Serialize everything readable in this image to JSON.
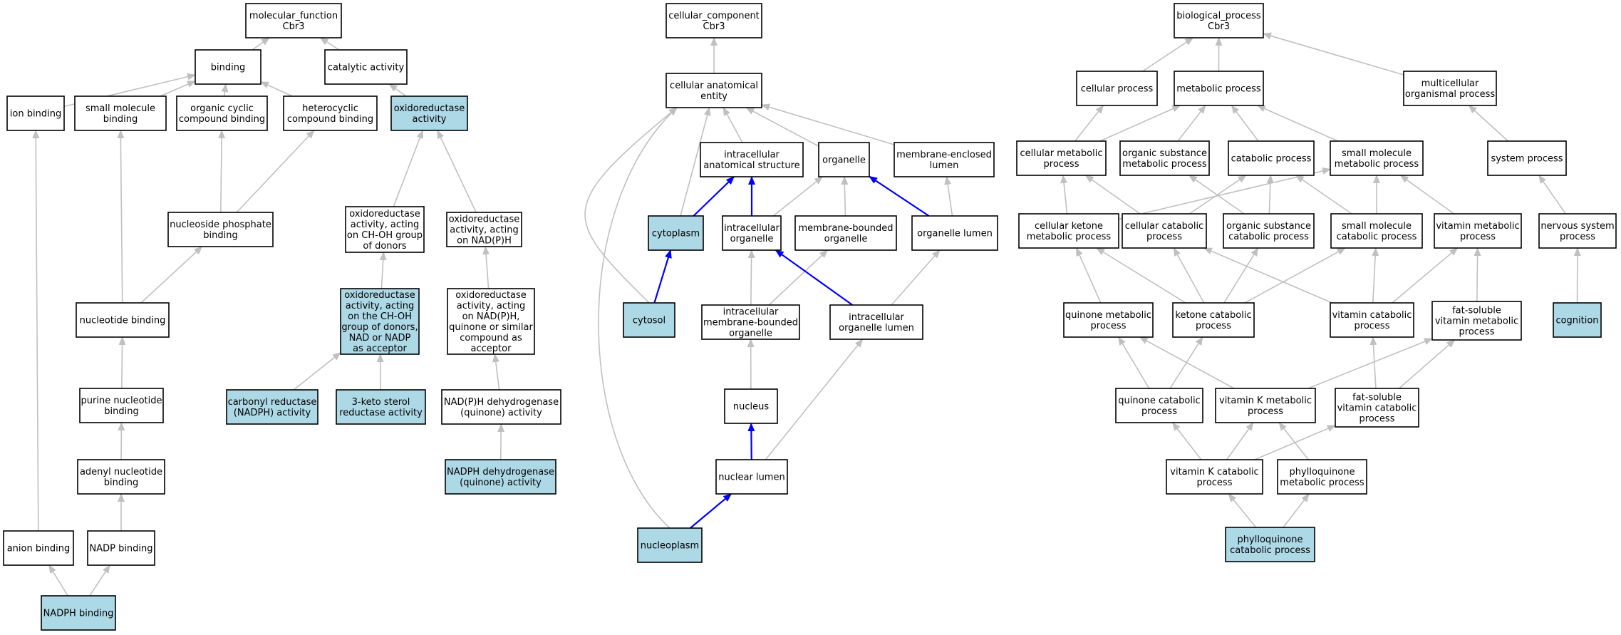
{
  "colors": {
    "highlight_fill": "#add8e6",
    "default_fill": "#ffffff",
    "gray_edge": "#c0c0c0",
    "blue_edge": "#0000ff"
  },
  "nodes": {
    "mf_root": {
      "lines": [
        "molecular_function",
        "Cbr3"
      ],
      "highlight": false
    },
    "binding": {
      "lines": [
        "binding"
      ],
      "highlight": false
    },
    "catalytic_activity": {
      "lines": [
        "catalytic activity"
      ],
      "highlight": false
    },
    "ion_binding": {
      "lines": [
        "ion binding"
      ],
      "highlight": false
    },
    "small_molecule_binding": {
      "lines": [
        "small molecule",
        "binding"
      ],
      "highlight": false
    },
    "organic_cyclic": {
      "lines": [
        "organic cyclic",
        "compound binding"
      ],
      "highlight": false
    },
    "heterocyclic": {
      "lines": [
        "heterocyclic",
        "compound binding"
      ],
      "highlight": false
    },
    "oxidoreductase_activity": {
      "lines": [
        "oxidoreductase",
        "activity"
      ],
      "highlight": true
    },
    "nucleoside_phosphate": {
      "lines": [
        "nucleoside phosphate",
        "binding"
      ],
      "highlight": false
    },
    "oxido_chogroup": {
      "lines": [
        "oxidoreductase",
        "activity, acting",
        "on CH-OH group",
        "of donors"
      ],
      "highlight": false
    },
    "oxido_nadph": {
      "lines": [
        "oxidoreductase",
        "activity, acting",
        "on NAD(P)H"
      ],
      "highlight": false
    },
    "nucleotide_binding": {
      "lines": [
        "nucleotide binding"
      ],
      "highlight": false
    },
    "oxido_chogroup_nad": {
      "lines": [
        "oxidoreductase",
        "activity, acting",
        "on the CH-OH",
        "group of donors,",
        "NAD or NADP",
        "as acceptor"
      ],
      "highlight": true
    },
    "oxido_nadph_quinone": {
      "lines": [
        "oxidoreductase",
        "activity, acting",
        "on NAD(P)H,",
        "quinone or similar",
        "compound as",
        "acceptor"
      ],
      "highlight": false
    },
    "purine_nucleotide": {
      "lines": [
        "purine nucleotide",
        "binding"
      ],
      "highlight": false
    },
    "carbonyl_reductase": {
      "lines": [
        "carbonyl reductase",
        "(NADPH) activity"
      ],
      "highlight": true
    },
    "keto_sterol": {
      "lines": [
        "3-keto sterol",
        "reductase activity"
      ],
      "highlight": true
    },
    "nadph_dehydrogenase_quinone": {
      "lines": [
        "NAD(P)H dehydrogenase",
        "(quinone) activity"
      ],
      "highlight": false
    },
    "adenyl_nucleotide": {
      "lines": [
        "adenyl nucleotide",
        "binding"
      ],
      "highlight": false
    },
    "nadph_dehydrogenase_q2": {
      "lines": [
        "NADPH dehydrogenase",
        "(quinone) activity"
      ],
      "highlight": true
    },
    "anion_binding": {
      "lines": [
        "anion binding"
      ],
      "highlight": false
    },
    "nadp_binding": {
      "lines": [
        "NADP binding"
      ],
      "highlight": false
    },
    "nadph_binding": {
      "lines": [
        "NADPH binding"
      ],
      "highlight": true
    },
    "cc_root": {
      "lines": [
        "cellular_component",
        "Cbr3"
      ],
      "highlight": false
    },
    "cellular_anatomical": {
      "lines": [
        "cellular anatomical",
        "entity"
      ],
      "highlight": false
    },
    "intracellular_anat": {
      "lines": [
        "intracellular",
        "anatomical structure"
      ],
      "highlight": false
    },
    "organelle": {
      "lines": [
        "organelle"
      ],
      "highlight": false
    },
    "membrane_enclosed_lumen": {
      "lines": [
        "membrane-enclosed",
        "lumen"
      ],
      "highlight": false
    },
    "cytoplasm": {
      "lines": [
        "cytoplasm"
      ],
      "highlight": true
    },
    "intracellular_organelle": {
      "lines": [
        "intracellular",
        "organelle"
      ],
      "highlight": false
    },
    "membrane_bounded_organelle": {
      "lines": [
        "membrane-bounded",
        "organelle"
      ],
      "highlight": false
    },
    "organelle_lumen": {
      "lines": [
        "organelle lumen"
      ],
      "highlight": false
    },
    "cytosol": {
      "lines": [
        "cytosol"
      ],
      "highlight": true
    },
    "intra_membrane_bounded": {
      "lines": [
        "intracellular",
        "membrane-bounded",
        "organelle"
      ],
      "highlight": false
    },
    "intra_organelle_lumen": {
      "lines": [
        "intracellular",
        "organelle lumen"
      ],
      "highlight": false
    },
    "nucleus": {
      "lines": [
        "nucleus"
      ],
      "highlight": false
    },
    "nuclear_lumen": {
      "lines": [
        "nuclear lumen"
      ],
      "highlight": false
    },
    "nucleoplasm": {
      "lines": [
        "nucleoplasm"
      ],
      "highlight": true
    },
    "bp_root": {
      "lines": [
        "biological_process",
        "Cbr3"
      ],
      "highlight": false
    },
    "cellular_process": {
      "lines": [
        "cellular process"
      ],
      "highlight": false
    },
    "metabolic_process": {
      "lines": [
        "metabolic process"
      ],
      "highlight": false
    },
    "multicellular": {
      "lines": [
        "multicellular",
        "organismal process"
      ],
      "highlight": false
    },
    "cellular_metabolic": {
      "lines": [
        "cellular metabolic",
        "process"
      ],
      "highlight": false
    },
    "organic_substance_metabolic": {
      "lines": [
        "organic substance",
        "metabolic process"
      ],
      "highlight": false
    },
    "catabolic_process": {
      "lines": [
        "catabolic process"
      ],
      "highlight": false
    },
    "small_molecule_metabolic": {
      "lines": [
        "small molecule",
        "metabolic process"
      ],
      "highlight": false
    },
    "system_process": {
      "lines": [
        "system process"
      ],
      "highlight": false
    },
    "cellular_ketone": {
      "lines": [
        "cellular ketone",
        "metabolic process"
      ],
      "highlight": false
    },
    "cellular_catabolic": {
      "lines": [
        "cellular catabolic",
        "process"
      ],
      "highlight": false
    },
    "organic_substance_catabolic": {
      "lines": [
        "organic substance",
        "catabolic process"
      ],
      "highlight": false
    },
    "small_molecule_catabolic": {
      "lines": [
        "small molecule",
        "catabolic process"
      ],
      "highlight": false
    },
    "vitamin_metabolic": {
      "lines": [
        "vitamin metabolic",
        "process"
      ],
      "highlight": false
    },
    "nervous_system": {
      "lines": [
        "nervous system",
        "process"
      ],
      "highlight": false
    },
    "quinone_metabolic": {
      "lines": [
        "quinone metabolic",
        "process"
      ],
      "highlight": false
    },
    "ketone_catabolic": {
      "lines": [
        "ketone catabolic",
        "process"
      ],
      "highlight": false
    },
    "vitamin_catabolic": {
      "lines": [
        "vitamin catabolic",
        "process"
      ],
      "highlight": false
    },
    "fat_soluble_vitamin_metabolic": {
      "lines": [
        "fat-soluble",
        "vitamin metabolic",
        "process"
      ],
      "highlight": false
    },
    "cognition": {
      "lines": [
        "cognition"
      ],
      "highlight": true
    },
    "quinone_catabolic": {
      "lines": [
        "quinone catabolic",
        "process"
      ],
      "highlight": false
    },
    "vitamin_k_metabolic": {
      "lines": [
        "vitamin K metabolic",
        "process"
      ],
      "highlight": false
    },
    "fat_soluble_vitamin_catabolic": {
      "lines": [
        "fat-soluble",
        "vitamin catabolic",
        "process"
      ],
      "highlight": false
    },
    "vitamin_k_catabolic": {
      "lines": [
        "vitamin K catabolic",
        "process"
      ],
      "highlight": false
    },
    "phylloquinone_metabolic": {
      "lines": [
        "phylloquinone",
        "metabolic process"
      ],
      "highlight": false
    },
    "phylloquinone_catabolic": {
      "lines": [
        "phylloquinone",
        "catabolic process"
      ],
      "highlight": true
    }
  },
  "edges": [
    {
      "from": "binding",
      "to": "mf_root",
      "color": "gray"
    },
    {
      "from": "catalytic_activity",
      "to": "mf_root",
      "color": "gray"
    },
    {
      "from": "ion_binding",
      "to": "binding",
      "color": "gray"
    },
    {
      "from": "small_molecule_binding",
      "to": "binding",
      "color": "gray"
    },
    {
      "from": "organic_cyclic",
      "to": "binding",
      "color": "gray"
    },
    {
      "from": "heterocyclic",
      "to": "binding",
      "color": "gray"
    },
    {
      "from": "oxidoreductase_activity",
      "to": "catalytic_activity",
      "color": "gray"
    },
    {
      "from": "nucleoside_phosphate",
      "to": "organic_cyclic",
      "color": "gray"
    },
    {
      "from": "nucleoside_phosphate",
      "to": "heterocyclic",
      "color": "gray"
    },
    {
      "from": "oxido_chogroup",
      "to": "oxidoreductase_activity",
      "color": "gray"
    },
    {
      "from": "oxido_nadph",
      "to": "oxidoreductase_activity",
      "color": "gray"
    },
    {
      "from": "nucleotide_binding",
      "to": "small_molecule_binding",
      "color": "gray"
    },
    {
      "from": "nucleotide_binding",
      "to": "nucleoside_phosphate",
      "color": "gray"
    },
    {
      "from": "oxido_chogroup_nad",
      "to": "oxido_chogroup",
      "color": "gray"
    },
    {
      "from": "oxido_nadph_quinone",
      "to": "oxido_nadph",
      "color": "gray"
    },
    {
      "from": "purine_nucleotide",
      "to": "nucleotide_binding",
      "color": "gray"
    },
    {
      "from": "carbonyl_reductase",
      "to": "oxido_chogroup_nad",
      "color": "gray"
    },
    {
      "from": "keto_sterol",
      "to": "oxido_chogroup_nad",
      "color": "gray"
    },
    {
      "from": "nadph_dehydrogenase_quinone",
      "to": "oxido_nadph_quinone",
      "color": "gray"
    },
    {
      "from": "adenyl_nucleotide",
      "to": "purine_nucleotide",
      "color": "gray"
    },
    {
      "from": "nadph_dehydrogenase_q2",
      "to": "nadph_dehydrogenase_quinone",
      "color": "gray"
    },
    {
      "from": "anion_binding",
      "to": "ion_binding",
      "color": "gray"
    },
    {
      "from": "nadp_binding",
      "to": "adenyl_nucleotide",
      "color": "gray"
    },
    {
      "from": "nadph_binding",
      "to": "anion_binding",
      "color": "gray"
    },
    {
      "from": "nadph_binding",
      "to": "nadp_binding",
      "color": "gray"
    },
    {
      "from": "cellular_anatomical",
      "to": "cc_root",
      "color": "gray"
    },
    {
      "from": "intracellular_anat",
      "to": "cellular_anatomical",
      "color": "gray"
    },
    {
      "from": "organelle",
      "to": "cellular_anatomical",
      "color": "gray"
    },
    {
      "from": "membrane_enclosed_lumen",
      "to": "cellular_anatomical",
      "color": "gray"
    },
    {
      "from": "cytoplasm",
      "to": "cellular_anatomical",
      "color": "gray"
    },
    {
      "from": "cytoplasm",
      "to": "intracellular_anat",
      "color": "blue"
    },
    {
      "from": "intracellular_organelle",
      "to": "intracellular_anat",
      "color": "blue"
    },
    {
      "from": "intracellular_organelle",
      "to": "organelle",
      "color": "gray"
    },
    {
      "from": "membrane_bounded_organelle",
      "to": "organelle",
      "color": "gray"
    },
    {
      "from": "organelle_lumen",
      "to": "organelle",
      "color": "blue"
    },
    {
      "from": "organelle_lumen",
      "to": "membrane_enclosed_lumen",
      "color": "gray"
    },
    {
      "from": "cytosol",
      "to": "cytoplasm",
      "color": "blue"
    },
    {
      "from": "cytosol",
      "to": "cellular_anatomical",
      "color": "gray",
      "curve": true
    },
    {
      "from": "intra_membrane_bounded",
      "to": "intracellular_organelle",
      "color": "gray"
    },
    {
      "from": "intra_membrane_bounded",
      "to": "membrane_bounded_organelle",
      "color": "gray"
    },
    {
      "from": "intra_organelle_lumen",
      "to": "intracellular_organelle",
      "color": "blue"
    },
    {
      "from": "intra_organelle_lumen",
      "to": "organelle_lumen",
      "color": "gray"
    },
    {
      "from": "nucleus",
      "to": "intra_membrane_bounded",
      "color": "gray"
    },
    {
      "from": "nuclear_lumen",
      "to": "nucleus",
      "color": "blue"
    },
    {
      "from": "nuclear_lumen",
      "to": "intra_organelle_lumen",
      "color": "gray"
    },
    {
      "from": "nucleoplasm",
      "to": "nuclear_lumen",
      "color": "blue"
    },
    {
      "from": "nucleoplasm",
      "to": "cellular_anatomical",
      "color": "gray",
      "curve": true
    },
    {
      "from": "cellular_process",
      "to": "bp_root",
      "color": "gray"
    },
    {
      "from": "metabolic_process",
      "to": "bp_root",
      "color": "gray"
    },
    {
      "from": "multicellular",
      "to": "bp_root",
      "color": "gray"
    },
    {
      "from": "cellular_metabolic",
      "to": "cellular_process",
      "color": "gray"
    },
    {
      "from": "cellular_metabolic",
      "to": "metabolic_process",
      "color": "gray"
    },
    {
      "from": "organic_substance_metabolic",
      "to": "metabolic_process",
      "color": "gray"
    },
    {
      "from": "catabolic_process",
      "to": "metabolic_process",
      "color": "gray"
    },
    {
      "from": "small_molecule_metabolic",
      "to": "metabolic_process",
      "color": "gray"
    },
    {
      "from": "system_process",
      "to": "multicellular",
      "color": "gray"
    },
    {
      "from": "cellular_ketone",
      "to": "cellular_metabolic",
      "color": "gray"
    },
    {
      "from": "cellular_ketone",
      "to": "small_molecule_metabolic",
      "color": "gray"
    },
    {
      "from": "cellular_catabolic",
      "to": "cellular_metabolic",
      "color": "gray"
    },
    {
      "from": "cellular_catabolic",
      "to": "catabolic_process",
      "color": "gray"
    },
    {
      "from": "organic_substance_catabolic",
      "to": "organic_substance_metabolic",
      "color": "gray"
    },
    {
      "from": "organic_substance_catabolic",
      "to": "catabolic_process",
      "color": "gray"
    },
    {
      "from": "small_molecule_catabolic",
      "to": "catabolic_process",
      "color": "gray"
    },
    {
      "from": "small_molecule_catabolic",
      "to": "small_molecule_metabolic",
      "color": "gray"
    },
    {
      "from": "vitamin_metabolic",
      "to": "small_molecule_metabolic",
      "color": "gray"
    },
    {
      "from": "nervous_system",
      "to": "system_process",
      "color": "gray"
    },
    {
      "from": "quinone_metabolic",
      "to": "cellular_ketone",
      "color": "gray"
    },
    {
      "from": "ketone_catabolic",
      "to": "cellular_ketone",
      "color": "gray"
    },
    {
      "from": "ketone_catabolic",
      "to": "cellular_catabolic",
      "color": "gray"
    },
    {
      "from": "ketone_catabolic",
      "to": "organic_substance_catabolic",
      "color": "gray"
    },
    {
      "from": "ketone_catabolic",
      "to": "small_molecule_catabolic",
      "color": "gray"
    },
    {
      "from": "vitamin_catabolic",
      "to": "cellular_catabolic",
      "color": "gray"
    },
    {
      "from": "vitamin_catabolic",
      "to": "small_molecule_catabolic",
      "color": "gray"
    },
    {
      "from": "vitamin_catabolic",
      "to": "vitamin_metabolic",
      "color": "gray"
    },
    {
      "from": "fat_soluble_vitamin_metabolic",
      "to": "vitamin_metabolic",
      "color": "gray"
    },
    {
      "from": "cognition",
      "to": "nervous_system",
      "color": "gray"
    },
    {
      "from": "quinone_catabolic",
      "to": "quinone_metabolic",
      "color": "gray"
    },
    {
      "from": "quinone_catabolic",
      "to": "ketone_catabolic",
      "color": "gray"
    },
    {
      "from": "vitamin_k_metabolic",
      "to": "quinone_metabolic",
      "color": "gray"
    },
    {
      "from": "vitamin_k_metabolic",
      "to": "fat_soluble_vitamin_metabolic",
      "color": "gray"
    },
    {
      "from": "fat_soluble_vitamin_catabolic",
      "to": "vitamin_catabolic",
      "color": "gray"
    },
    {
      "from": "fat_soluble_vitamin_catabolic",
      "to": "fat_soluble_vitamin_metabolic",
      "color": "gray"
    },
    {
      "from": "vitamin_k_catabolic",
      "to": "quinone_catabolic",
      "color": "gray"
    },
    {
      "from": "vitamin_k_catabolic",
      "to": "vitamin_k_metabolic",
      "color": "gray"
    },
    {
      "from": "vitamin_k_catabolic",
      "to": "fat_soluble_vitamin_catabolic",
      "color": "gray"
    },
    {
      "from": "phylloquinone_metabolic",
      "to": "vitamin_k_metabolic",
      "color": "gray"
    },
    {
      "from": "phylloquinone_catabolic",
      "to": "vitamin_k_catabolic",
      "color": "gray"
    },
    {
      "from": "phylloquinone_catabolic",
      "to": "phylloquinone_metabolic",
      "color": "gray"
    }
  ]
}
